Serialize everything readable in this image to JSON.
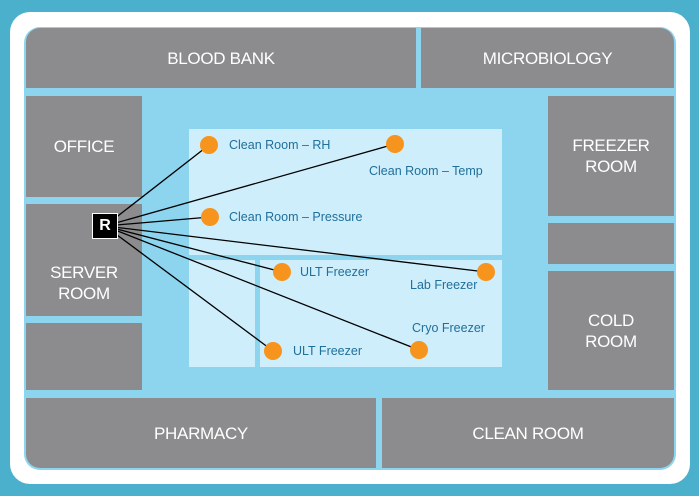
{
  "rooms": {
    "blood_bank": "BLOOD BANK",
    "microbiology": "MICROBIOLOGY",
    "office": "OFFICE",
    "server_room": "SERVER\nROOM",
    "freezer_room": "FREEZER\nROOM",
    "cold_room": "COLD\nROOM",
    "pharmacy": "PHARMACY",
    "clean_room": "CLEAN ROOM"
  },
  "router_label": "R",
  "sensors": [
    {
      "label": "Clean Room – RH"
    },
    {
      "label": "Clean Room – Temp"
    },
    {
      "label": "Clean Room – Pressure"
    },
    {
      "label": "ULT Freezer"
    },
    {
      "label": "Lab Freezer"
    },
    {
      "label": "Cryo Freezer"
    },
    {
      "label": "ULT Freezer"
    }
  ],
  "colors": {
    "sensor": "#f7941d",
    "room": "#8c8c8e",
    "corridor": "#8dd4ee",
    "zone": "#cfeefb",
    "label_text": "#1f6f9b",
    "link": "#000000"
  }
}
